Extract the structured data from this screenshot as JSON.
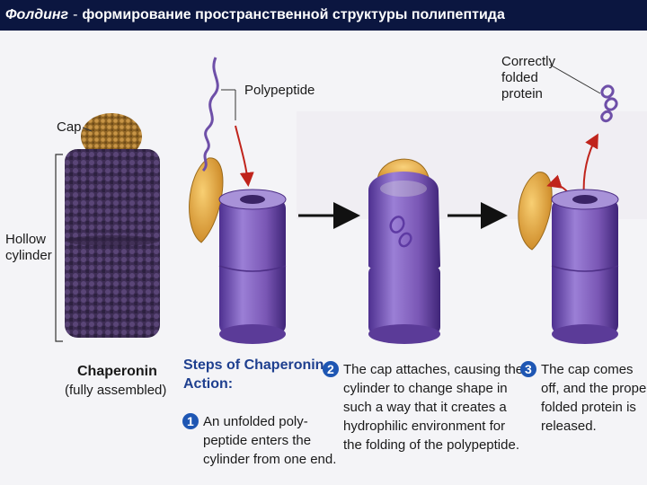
{
  "title": {
    "lead": "Фолдинг",
    "sep": "-",
    "rest": "формирование пространственной структуры полипептида"
  },
  "labels": {
    "polypeptide": "Polypeptide",
    "correctly_folded": [
      "Correctly",
      "folded",
      "protein"
    ],
    "cap": "Cap",
    "hollow_cylinder": [
      "Hollow",
      "cylinder"
    ],
    "chaperonin": "Chaperonin",
    "fully_assembled": "(fully assembled)"
  },
  "steps_header": [
    "Steps of Chaperonin",
    "Action:"
  ],
  "steps": [
    {
      "number": "1",
      "lines": [
        "An unfolded poly-",
        "peptide enters the",
        "cylinder from one end."
      ]
    },
    {
      "number": "2",
      "lines": [
        "The cap attaches, causing the",
        "cylinder to change shape in",
        "such a way that it creates a",
        "hydrophilic environment for",
        "the folding of the polypeptide."
      ]
    },
    {
      "number": "3",
      "lines": [
        "The cap comes",
        "off, and the properly",
        "folded protein is",
        "released."
      ]
    }
  ],
  "colors": {
    "title_bg": "#0b1640",
    "cylinder": "#7a57b5",
    "cylinder_dark": "#4d2f86",
    "cap": "#e9a53a",
    "arrow": "#c0241c",
    "step_badge": "#1e56b3",
    "step_header": "#1e3f8f"
  }
}
